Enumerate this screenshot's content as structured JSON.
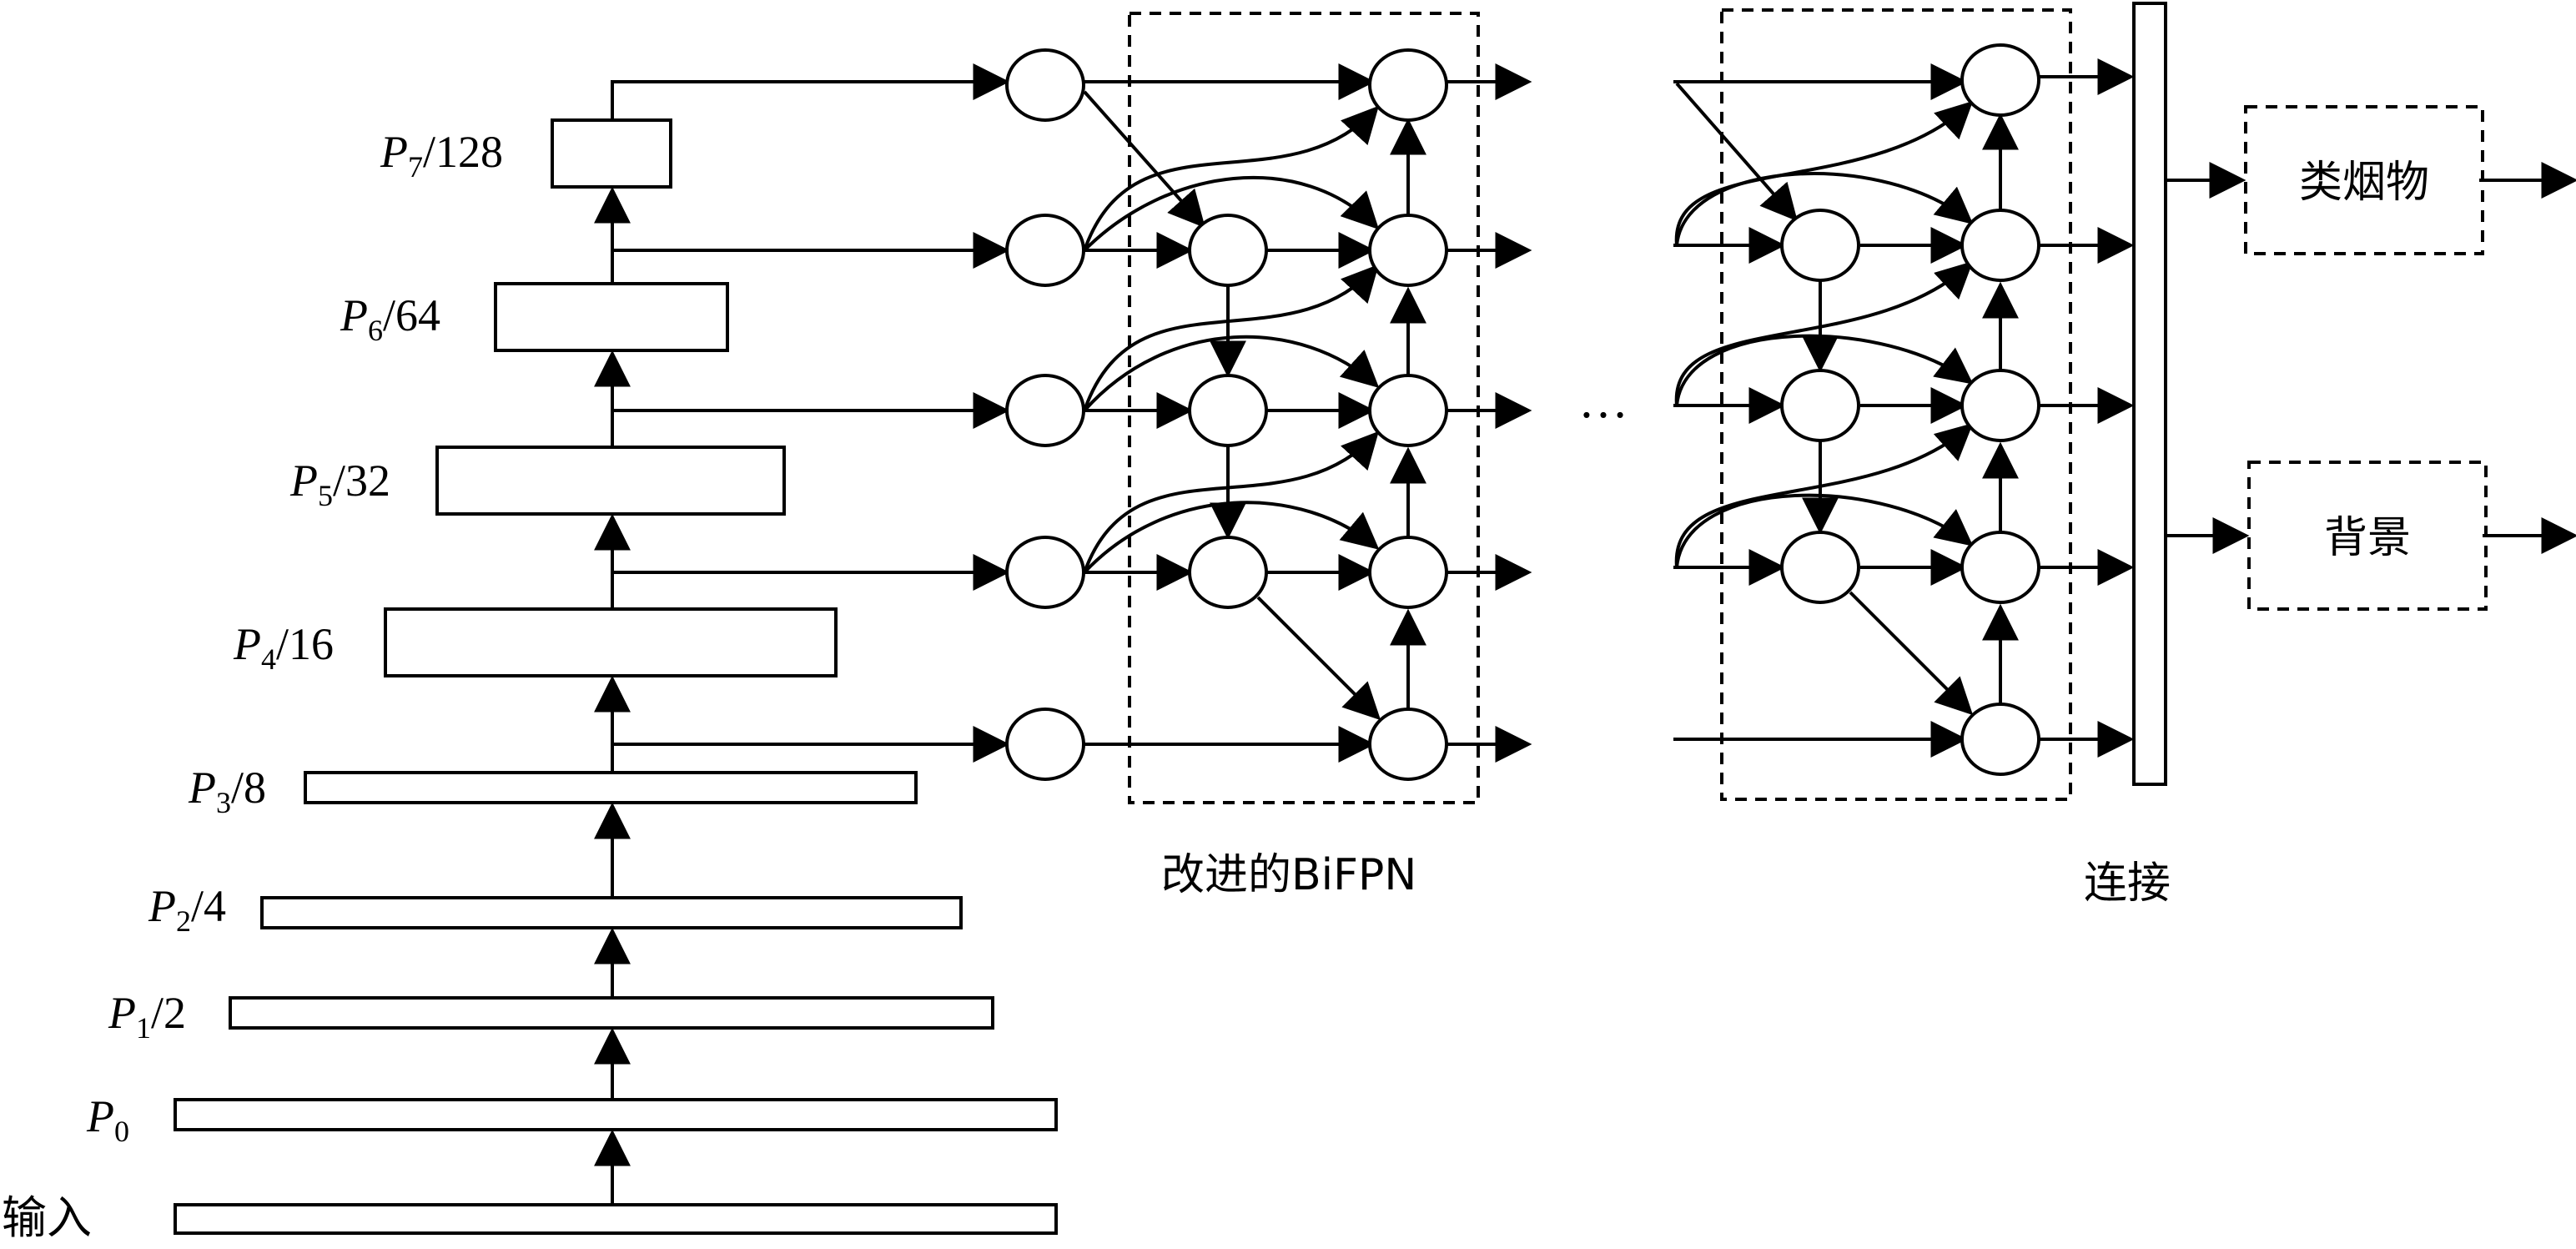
{
  "diagram": {
    "input_label": "输入",
    "levels": [
      {
        "base": "P",
        "sub": "0",
        "suffix": ""
      },
      {
        "base": "P",
        "sub": "1",
        "suffix": "/2"
      },
      {
        "base": "P",
        "sub": "2",
        "suffix": "/4"
      },
      {
        "base": "P",
        "sub": "3",
        "suffix": "/8"
      },
      {
        "base": "P",
        "sub": "4",
        "suffix": "/16"
      },
      {
        "base": "P",
        "sub": "5",
        "suffix": "/32"
      },
      {
        "base": "P",
        "sub": "6",
        "suffix": "/64"
      },
      {
        "base": "P",
        "sub": "7",
        "suffix": "/128"
      }
    ],
    "bifpn_label": "改进的BiFPN",
    "ellipsis": "…",
    "concat_label": "连接",
    "outputs": [
      "类烟物",
      "背景"
    ]
  }
}
